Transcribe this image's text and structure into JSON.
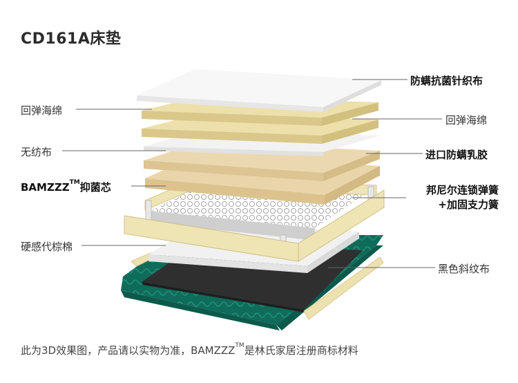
{
  "title": "CD161A床垫",
  "footer": {
    "pre": "此为3D效果图，产品请以实物为准，BAMZZZ",
    "tm": "TM",
    "post": "是林氏家居注册商标材料"
  },
  "left_labels": {
    "l1": "回弹海绵",
    "l2": "无纺布",
    "l3_text": "BAMZZZ",
    "l3_tm": "TM",
    "l3_post": "抑菌芯",
    "l4": "硬感代棕棉"
  },
  "right_labels": {
    "r1": "防螨抗菌针织布",
    "r2": "回弹海绵",
    "r3": "进口防螨乳胶",
    "r4a": "邦尼尔连锁弹簧",
    "r4b": "+加固支力簧",
    "r5": "黑色斜纹布"
  },
  "colors": {
    "foam": "#eee0a8",
    "foam_edge": "#dcc98a",
    "latex": "#ead4aa",
    "knit": "#f6f6f6",
    "nonwoven": "#eeeeee",
    "base_green": "#0f6b5a",
    "black_fabric": "#2f2f2f"
  }
}
